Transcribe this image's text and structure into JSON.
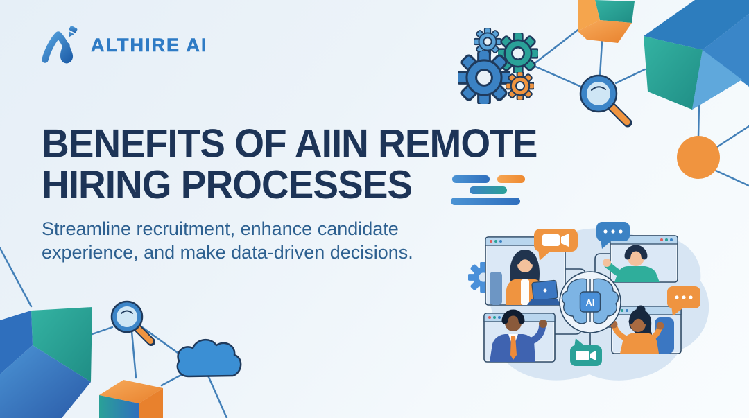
{
  "brand": {
    "name": "ALTHIRE AI"
  },
  "hero": {
    "title_line1": "BENEFITS OF AIIN REMOTE",
    "title_line2": "HIRING PROCESSES",
    "subtitle_line1": "Streamline recruitment, enhance candidate",
    "subtitle_line2": "experience, and make data-driven decisions."
  },
  "illustration": {
    "ai_chip_label": "AI"
  },
  "colors": {
    "title_navy": "#1d3457",
    "subtitle_blue": "#2d6090",
    "brand_blue": "#2e7bc5",
    "accent_blue": "#3b82c4",
    "accent_teal": "#2aa198",
    "accent_orange": "#f0943f",
    "background_tint": "#e8f1f8",
    "blob_blue": "#d7e5f3",
    "outline_navy": "#1f3a5c"
  }
}
